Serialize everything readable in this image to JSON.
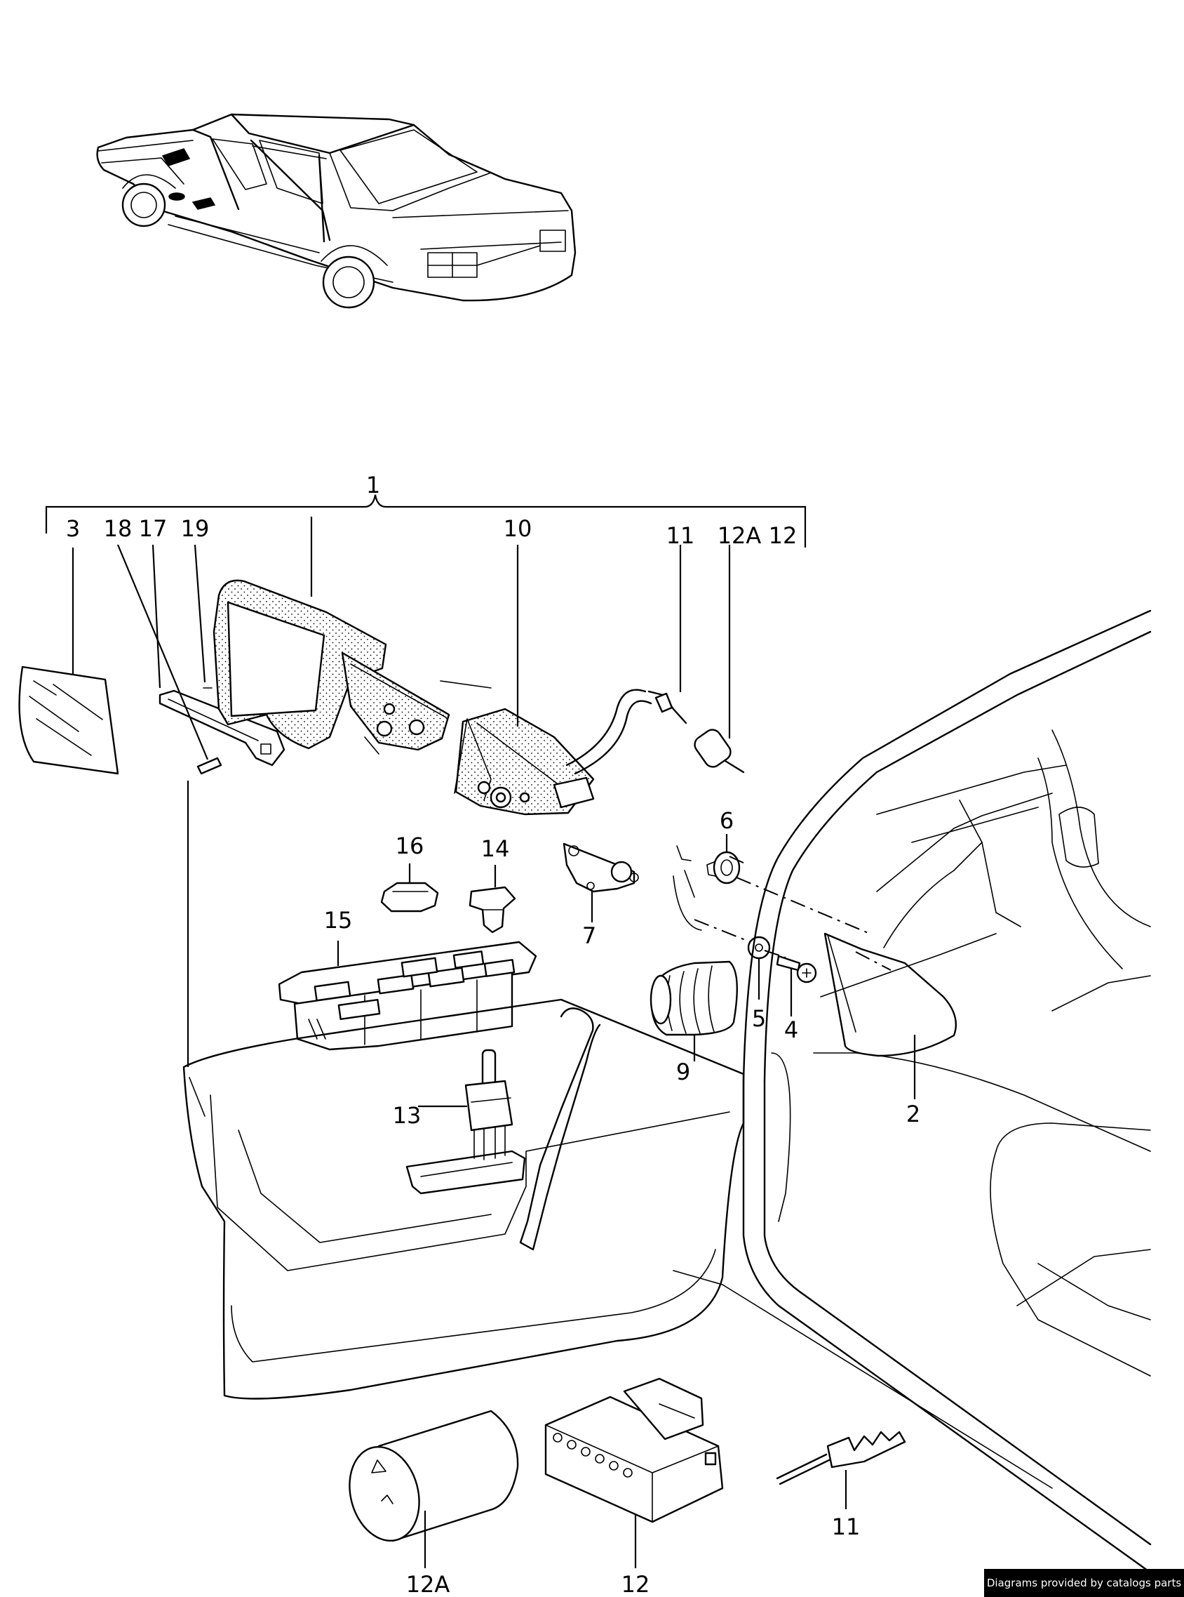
{
  "callouts": [
    {
      "id": "1",
      "label": "1"
    },
    {
      "id": "3",
      "label": "3"
    },
    {
      "id": "18",
      "label": "18"
    },
    {
      "id": "17",
      "label": "17"
    },
    {
      "id": "19",
      "label": "19"
    },
    {
      "id": "10",
      "label": "10"
    },
    {
      "id": "11-top",
      "label": "11"
    },
    {
      "id": "12A-top",
      "label": "12A"
    },
    {
      "id": "12-top",
      "label": "12"
    },
    {
      "id": "16",
      "label": "16"
    },
    {
      "id": "14",
      "label": "14"
    },
    {
      "id": "6",
      "label": "6"
    },
    {
      "id": "15",
      "label": "15"
    },
    {
      "id": "7",
      "label": "7"
    },
    {
      "id": "5",
      "label": "5"
    },
    {
      "id": "4",
      "label": "4"
    },
    {
      "id": "9",
      "label": "9"
    },
    {
      "id": "2",
      "label": "2"
    },
    {
      "id": "13",
      "label": "13"
    },
    {
      "id": "11-bottom",
      "label": "11"
    },
    {
      "id": "12A-bottom",
      "label": "12A"
    },
    {
      "id": "12-bottom",
      "label": "12"
    }
  ],
  "credit": "Diagrams provided by catalogs parts"
}
